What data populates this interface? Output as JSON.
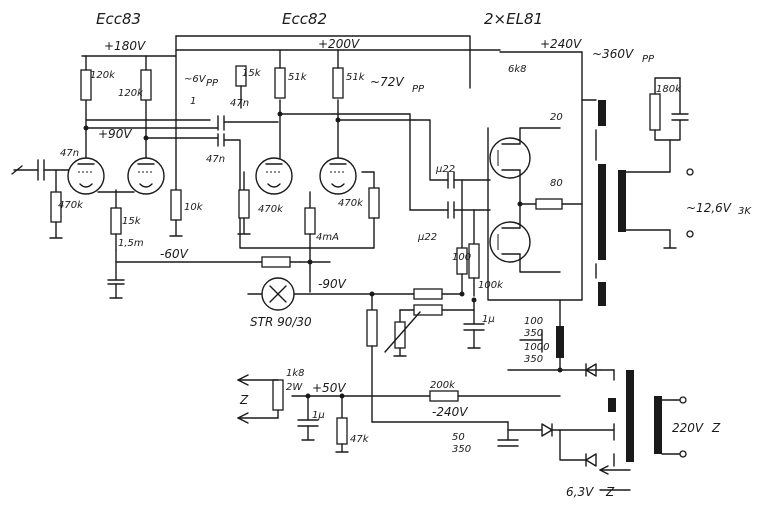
{
  "tube_labels": {
    "v1": "Ecc83",
    "v2": "Ecc82",
    "v3": "2×EL81"
  },
  "rails": {
    "r180": "+180V",
    "r200": "+200V",
    "r240": "+240V",
    "r90p": "+90V",
    "rm60": "-60V",
    "rm90": "-90V",
    "rm240": "-240V",
    "r50": "+50V"
  },
  "resistors": {
    "r1": "470k",
    "r2": "120k",
    "r3": "120k",
    "r4": "15k",
    "r5": "1,5m",
    "r6": "10k",
    "r7": "15k",
    "r8": "51k",
    "r9": "51k",
    "r10": "470k",
    "r11": "470k",
    "r12": "6k8",
    "r13": "100",
    "r14": "100k",
    "r15": "180k",
    "r16": "200k",
    "r17": "1k8",
    "r18": "2W",
    "r19": "47k",
    "r20": "80",
    "r21": "20"
  },
  "capacitors": {
    "c1": "47n",
    "c2": "47n",
    "c3": "47n",
    "c4": "µ22",
    "c5": "µ22",
    "c6": "1µ",
    "c7": "1µ",
    "c8": "50",
    "c9": "350",
    "c10": "100",
    "c11": "350",
    "c12": "1000",
    "c13": "350"
  },
  "annotations": {
    "a1": "~6V",
    "a2": "PP",
    "a3": "~72V",
    "a4": "PP",
    "a5": "~360V",
    "a6": "PP",
    "a7": "4mA",
    "a8": "STR 90/30",
    "a9": "~12,6V",
    "a10": "3K",
    "a11": "220V",
    "a12": "Z",
    "a13": "Z",
    "a14": "6,3V",
    "a15": "Z",
    "a16": "1"
  }
}
